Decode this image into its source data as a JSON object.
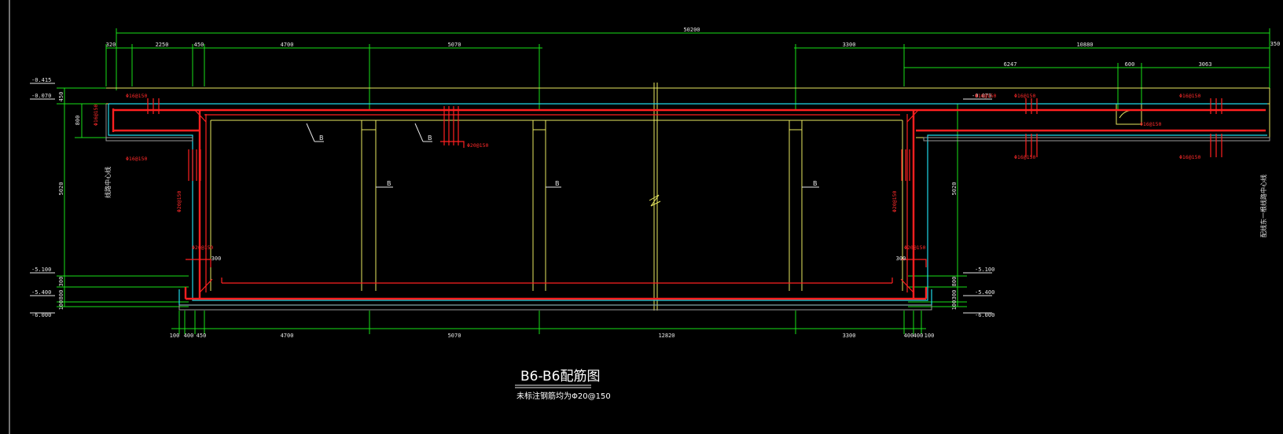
{
  "drawing": {
    "title": "B6-B6配筋图",
    "subtitle": "未标注钢筋均为Φ20@150",
    "colors": {
      "background": "#000000",
      "dimension": "#18e018",
      "outline": "#e8e860",
      "rebar": "#ff2020",
      "waterproof": "#20d8e8",
      "text": "#e6e6e6"
    }
  },
  "dimensions": {
    "top_overall": "50200",
    "top_right_end": "350",
    "top_row": [
      "320",
      "2250",
      "450",
      "4700",
      "5070",
      "3300",
      "10880"
    ],
    "top_sub_row": [
      "6247",
      "600",
      "3063"
    ],
    "bottom_row": [
      "100",
      "400",
      "450",
      "4700",
      "5070",
      "12820",
      "3300",
      "400",
      "400",
      "100"
    ],
    "left_vertical": [
      "450",
      "800",
      "5020",
      "300",
      "800",
      "100"
    ],
    "right_vertical": [
      "5020",
      "800",
      "300",
      "100"
    ],
    "small_labels": [
      "300",
      "300"
    ]
  },
  "levels": {
    "left": [
      "-0.415",
      "-0.070",
      "-5.100",
      "-5.400",
      "-6.000"
    ],
    "right": [
      "-0.070",
      "-5.100",
      "-5.400",
      "-6.000"
    ]
  },
  "rebar_labels": [
    "Φ16@150",
    "Φ16@150",
    "Φ16@150",
    "Φ20@150",
    "Φ20@150",
    "Φ20@150",
    "Φ16@150",
    "Φ20@150",
    "Φ20@150",
    "Φ16@150",
    "Φ16@150",
    "Φ16@150",
    "Φ16@150",
    "Φ16@150"
  ],
  "annotations": {
    "left_centerline": "线路中心线",
    "right_centerline": "配线东一根线路中心线",
    "leader_tags": [
      "B",
      "B",
      "B",
      "B",
      "B"
    ]
  }
}
